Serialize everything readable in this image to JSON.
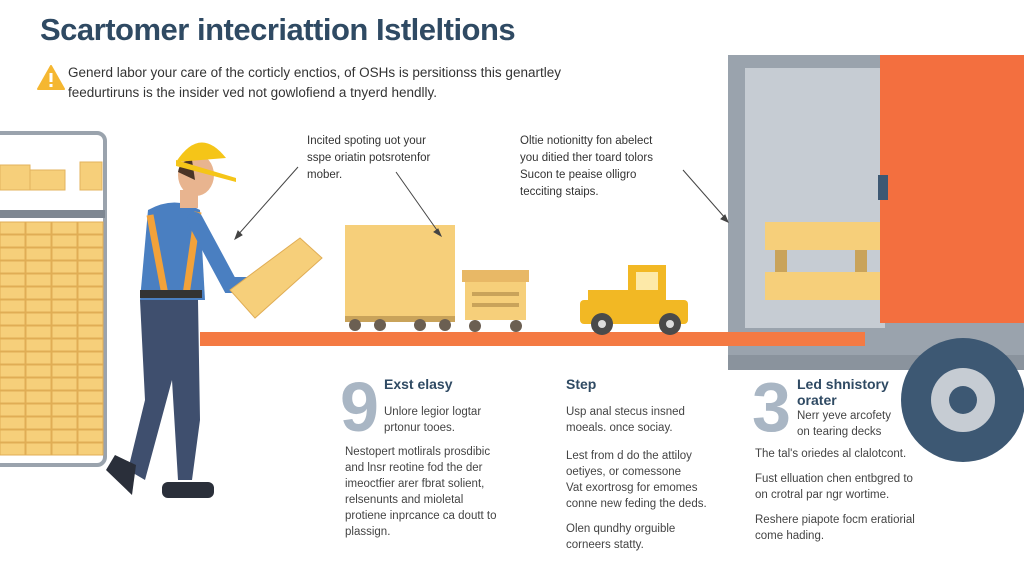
{
  "title": "Scartomer intecriattion Istleltions",
  "intro": {
    "icon": "warning-icon",
    "lines": [
      "Generd labor your care of the corticly enctios, of OSHs is persitionss this genartley",
      "feedurtiruns is the insider ved not gowlofiend a tnyerd hendlly."
    ]
  },
  "callouts": [
    {
      "lines": [
        "Incited spoting uot your",
        "sspe oriatin potsrotenfor",
        "mober."
      ]
    },
    {
      "lines": [
        "Oltie notionitty fon abelect",
        "you ditied ther toard tolors",
        "Sucon te peaise olligro",
        "tecciting staips."
      ]
    }
  ],
  "columns": [
    {
      "number": "9",
      "heading": [
        "Exst elasy"
      ],
      "sub": [
        "Unlore legior logtar",
        "prtonur tooes."
      ],
      "paragraphs": [
        [
          "Nestopert motlirals prosdibic",
          "and lnsr reotine fod the der",
          "imeoctfier arer fbrat solient,",
          "relsenunts and mioletal",
          "protiene inprcance ca doutt to",
          "plassign."
        ]
      ]
    },
    {
      "number": "",
      "heading": [
        "Step"
      ],
      "sub": [
        "Usp anal stecus insned",
        "moeals. once sociay."
      ],
      "paragraphs": [
        [
          "Lest from d do the attiloy",
          "oetiyes, or comessone",
          "Vat exortrosg for emomes",
          "conne new feding the deds."
        ],
        [
          "Olen qundhy orguible",
          "corneers statty."
        ]
      ]
    },
    {
      "number": "3",
      "heading": [
        "Led shnistory",
        "orater"
      ],
      "sub": [
        "Nerr yeve arcofety",
        "on tearing decks"
      ],
      "paragraphs": [
        [
          "The tal's oriedes al clalotcont."
        ],
        [
          "Fust elluation chen entbgred to",
          "on crotral par ngr wortime."
        ],
        [
          "Reshere piapote focm eratiorial",
          "come hading."
        ]
      ]
    }
  ],
  "colors": {
    "title": "#2f4a63",
    "accent": "#f47a43",
    "box": "#f6cf7a",
    "truck": "#f2b824",
    "trailer": "#9aa3ad"
  }
}
